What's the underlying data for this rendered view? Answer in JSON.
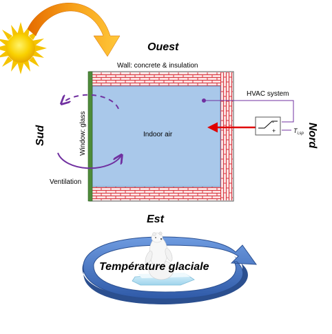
{
  "labels": {
    "west": "Ouest",
    "east": "Est",
    "south": "Sud",
    "north": "Nord",
    "wall": "Wall: concrete & insulation",
    "window": "Window: glass",
    "hvac": "HVAC system",
    "indoor_air": "Indoor air",
    "ventilation": "Ventilation",
    "setpoint": "T",
    "setpoint_sub": "i,sp",
    "minus_sign": "-",
    "plus_sign": "+",
    "banner": "Température glaciale"
  },
  "colors": {
    "indoor_air": "#a9c8ea",
    "brick": "#d8323c",
    "window": "#4e8b3a",
    "control": "#7030a0",
    "heat_arrow": "#e00000",
    "ring": "#4a79c2",
    "sun": "#f5c400",
    "sun_arrow": "#f39200"
  },
  "icons": {
    "sun": "sun-icon",
    "bear": "polar-bear-icon",
    "controller": "comparator-icon"
  }
}
